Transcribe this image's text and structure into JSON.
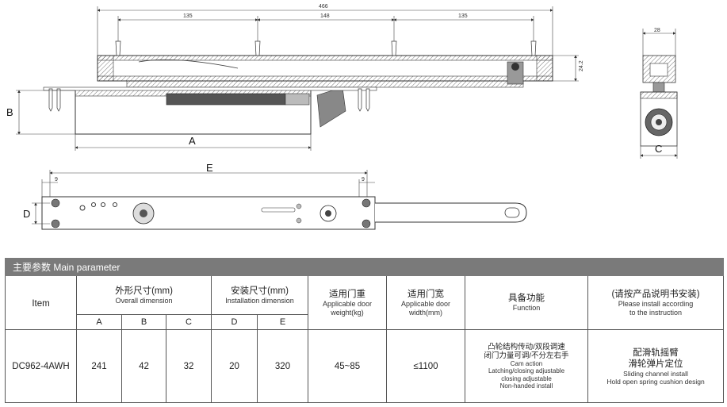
{
  "drawing": {
    "top_overall": "466",
    "top_seg1": "135",
    "top_seg2": "148",
    "top_seg3": "135",
    "height_dim": "24.2",
    "side_width": "28",
    "label_a": "A",
    "label_b": "B",
    "label_c": "C",
    "label_d": "D",
    "label_e": "E",
    "arm_left": "9",
    "arm_right": "9"
  },
  "table": {
    "title": "主要参数 Main parameter",
    "item_header": "Item",
    "overall_cn": "外形尺寸(mm)",
    "overall_en": "Overall dimension",
    "install_cn": "安装尺寸(mm)",
    "install_en": "Installation dimension",
    "weight_cn": "适用门重",
    "weight_en1": "Applicable door",
    "weight_en2": "weight(kg)",
    "width_cn": "适用门宽",
    "width_en1": "Applicable door",
    "width_en2": "width(mm)",
    "function_cn": "具备功能",
    "function_en": "Function",
    "note_cn": "(请按产品说明书安装)",
    "note_en1": "Please install according",
    "note_en2": "to the instruction",
    "sub_a": "A",
    "sub_b": "B",
    "sub_c": "C",
    "sub_d": "D",
    "sub_e": "E",
    "row": {
      "item": "DC962-4AWH",
      "a": "241",
      "b": "42",
      "c": "32",
      "d": "20",
      "e": "320",
      "weight": "45~85",
      "width": "≤1100",
      "fn_cn1": "凸轮结构传动/双段调速",
      "fn_cn2": "闭门力量可调/不分左右手",
      "fn_en1": "Cam action",
      "fn_en2": "Latching/closing adjustable",
      "fn_en3": "closing adjustable",
      "fn_en4": "Non-handed install",
      "ins_cn1": "配滑轨摇臂",
      "ins_cn2": "滑轮弹片定位",
      "ins_en1": "Sliding channel install",
      "ins_en2": "Hold open spring cushion design"
    }
  }
}
